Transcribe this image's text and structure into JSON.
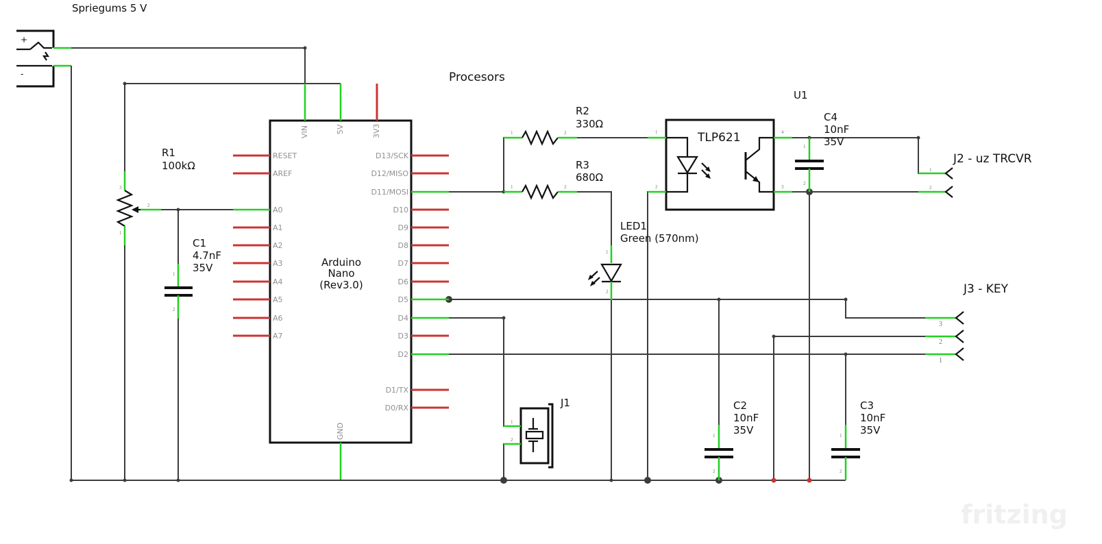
{
  "power": {
    "title": "Spriegums 5 V",
    "plus": "+",
    "minus": "-"
  },
  "processor_title": "Procesors",
  "arduino": {
    "name_lines": [
      "Arduino",
      "Nano",
      "(Rev3.0)"
    ],
    "top_pins": [
      "VIN",
      "5V",
      "3V3"
    ],
    "bottom_pin": "GND",
    "left_pins": [
      "RESET",
      "AREF",
      "A0",
      "A1",
      "A2",
      "A3",
      "A4",
      "A5",
      "A6",
      "A7"
    ],
    "right_pins": [
      "D13/SCK",
      "D12/MISO",
      "D11/MOSI",
      "D10",
      "D9",
      "D8",
      "D7",
      "D6",
      "D5",
      "D4",
      "D3",
      "D2",
      "D1/TX",
      "D0/RX"
    ]
  },
  "components": {
    "r1": {
      "name": "R1",
      "value": "100kΩ"
    },
    "c1": {
      "name": "C1",
      "value": "4.7nF",
      "voltage": "35V"
    },
    "r2": {
      "name": "R2",
      "value": "330Ω"
    },
    "r3": {
      "name": "R3",
      "value": "680Ω"
    },
    "led1": {
      "name": "LED1",
      "value": "Green (570nm)"
    },
    "u1": {
      "name": "U1",
      "part": "TLP621"
    },
    "c4": {
      "name": "C4",
      "value": "10nF",
      "voltage": "35V"
    },
    "j2": {
      "name": "J2 - uz TRCVR"
    },
    "j3": {
      "name": "J3 - KEY"
    },
    "j1": {
      "name": "J1"
    },
    "c2": {
      "name": "C2",
      "value": "10nF",
      "voltage": "35V"
    },
    "c3": {
      "name": "C3",
      "value": "10nF",
      "voltage": "35V"
    }
  },
  "pin_numbers": {
    "one": "1",
    "two": "2",
    "three": "3",
    "four": "4"
  },
  "watermark": "fritzing",
  "colors": {
    "wire": "#3c3c3c",
    "connected_pin": "#22d022",
    "unconnected_pin": "#cc3333"
  }
}
